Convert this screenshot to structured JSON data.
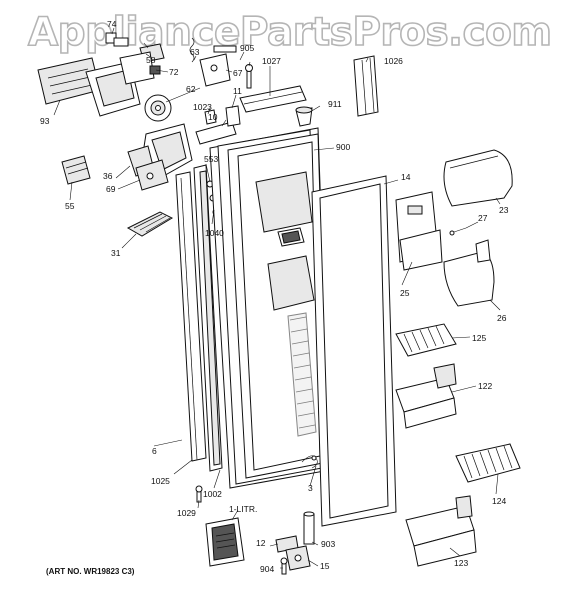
{
  "watermark": "AppliancePartsPros.com",
  "art_number": "(ART NO. WR19823 C3)",
  "callouts": {
    "c74": "74",
    "c58": "58",
    "c72": "72",
    "c63": "63",
    "c905": "905",
    "c67": "67",
    "c1027": "1027",
    "c1026": "1026",
    "c93": "93",
    "c62": "62",
    "c1023": "1023",
    "c10": "10",
    "c11": "11",
    "c911": "911",
    "c900": "900",
    "c36": "36",
    "c69": "69",
    "c553": "553",
    "c55": "55",
    "c14": "14",
    "c23": "23",
    "c27": "27",
    "c1040": "1040",
    "c31": "31",
    "c25": "25",
    "c26": "26",
    "c125": "125",
    "c122": "122",
    "c6": "6",
    "c3": "3",
    "c1025": "1025",
    "c124": "124",
    "c1002": "1002",
    "c1029": "1029",
    "c1litr": "1-LITR.",
    "c12": "12",
    "c903": "903",
    "c123": "123",
    "c904": "904",
    "c15": "15"
  }
}
